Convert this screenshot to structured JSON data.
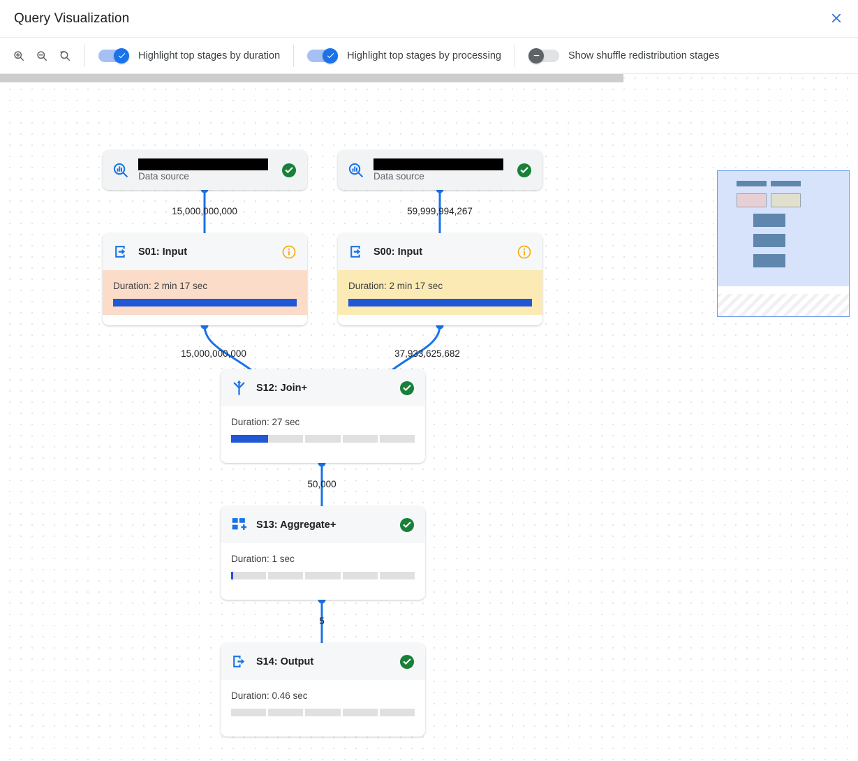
{
  "header": {
    "title": "Query Visualization",
    "close_icon": "close-icon"
  },
  "toolbar": {
    "zoom_in_icon": "zoom-in-icon",
    "zoom_out_icon": "zoom-out-icon",
    "zoom_reset_icon": "zoom-reset-icon",
    "toggles": [
      {
        "label": "Highlight top stages by duration",
        "state": "on"
      },
      {
        "label": "Highlight top stages by processing",
        "state": "on"
      },
      {
        "label": "Show shuffle redistribution stages",
        "state": "off"
      }
    ]
  },
  "colors": {
    "accent": "#1a73e8",
    "progress_fill": "#1f57d4",
    "progress_track": "#e0e0e0",
    "success": "#188038",
    "warning": "#f9ab00",
    "highlight_duration": "#fadcc8",
    "highlight_processing": "#fbeab4",
    "node_header": "#f1f3f4",
    "edge": "#1a73e8"
  },
  "graph": {
    "nodes": [
      {
        "id": "ds1",
        "kind": "data-source",
        "icon": "data-source-search-icon",
        "name_redacted": true,
        "subtitle": "Data source",
        "status": "success",
        "status_icon": "check-circle-icon"
      },
      {
        "id": "ds2",
        "kind": "data-source",
        "icon": "data-source-search-icon",
        "name_redacted": true,
        "subtitle": "Data source",
        "status": "success",
        "status_icon": "check-circle-icon"
      },
      {
        "id": "s01",
        "kind": "stage",
        "icon": "input-arrow-icon",
        "title": "S01: Input",
        "status": "info",
        "status_icon": "info-circle-icon",
        "duration": "Duration: 2 min 17 sec",
        "progress_percent": 100,
        "highlight": "duration"
      },
      {
        "id": "s00",
        "kind": "stage",
        "icon": "input-arrow-icon",
        "title": "S00: Input",
        "status": "info",
        "status_icon": "info-circle-icon",
        "duration": "Duration: 2 min 17 sec",
        "progress_percent": 100,
        "highlight": "processing"
      },
      {
        "id": "s12",
        "kind": "stage",
        "icon": "join-icon",
        "title": "S12: Join+",
        "status": "success",
        "status_icon": "check-circle-icon",
        "duration": "Duration: 27 sec",
        "progress_percent": 20,
        "highlight": "none"
      },
      {
        "id": "s13",
        "kind": "stage",
        "icon": "aggregate-icon",
        "title": "S13: Aggregate+",
        "status": "success",
        "status_icon": "check-circle-icon",
        "duration": "Duration: 1 sec",
        "progress_percent": 1,
        "highlight": "none"
      },
      {
        "id": "s14",
        "kind": "stage",
        "icon": "output-arrow-icon",
        "title": "S14: Output",
        "status": "success",
        "status_icon": "check-circle-icon",
        "duration": "Duration: 0.46 sec",
        "progress_percent": 0,
        "highlight": "none"
      }
    ],
    "edges": [
      {
        "from": "ds1",
        "to": "s01",
        "label": "15,000,000,000"
      },
      {
        "from": "ds2",
        "to": "s00",
        "label": "59,999,994,267"
      },
      {
        "from": "s01",
        "to": "s12",
        "label": "15,000,000,000"
      },
      {
        "from": "s00",
        "to": "s12",
        "label": "37,933,625,682"
      },
      {
        "from": "s12",
        "to": "s13",
        "label": "50,000"
      },
      {
        "from": "s13",
        "to": "s14",
        "label": "5"
      }
    ]
  },
  "minimap": {
    "name": "minimap"
  }
}
